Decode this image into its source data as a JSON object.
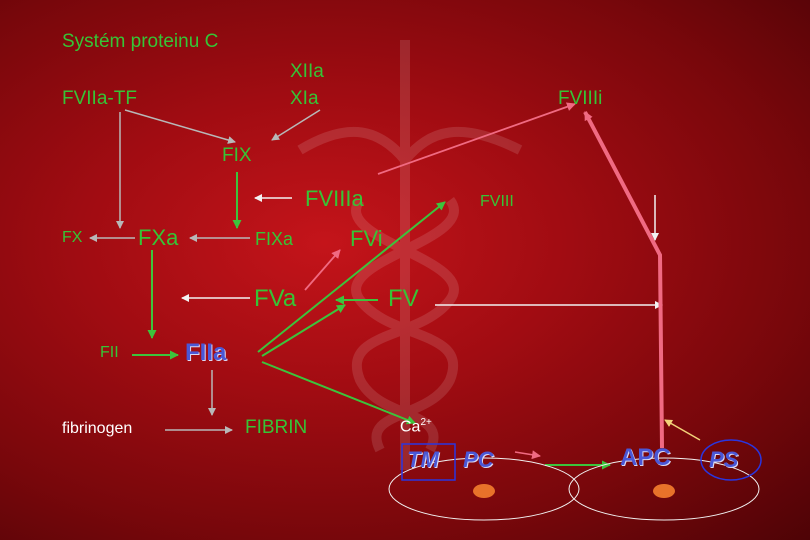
{
  "title": "Systém proteinu C",
  "labels": {
    "fviia_tf": "FVIIa-TF",
    "xiia": "XIIa",
    "xia": "XIa",
    "fviiii": "FVIIIi",
    "fix": "FIX",
    "fviiia": "FVIIIa",
    "fviii": "FVIII",
    "fx": "FX",
    "fxa": "FXa",
    "fixa": "FIXa",
    "fvi": "FVi",
    "fva": "FVa",
    "fv": "FV",
    "fii": "FII",
    "fiia": "FIIa",
    "fibrinogen": "fibrinogen",
    "fibrin": "FIBRIN",
    "ca": "Ca",
    "ca_sup": "2+",
    "tm": "TM",
    "pc": "PC",
    "apc": "APC",
    "ps": "PS"
  },
  "colors": {
    "background": "#a10c12",
    "gray_arrow": "#b8b8b8",
    "green_arrow": "#3cc43c",
    "pink_arrow": "#f06a82",
    "label_green": "#36c436",
    "label_blue": "#4a57d6",
    "white_arrow": "#f2f2f2",
    "orange_dot": "#e8722a",
    "yellow_arrow": "#f2d27a"
  }
}
